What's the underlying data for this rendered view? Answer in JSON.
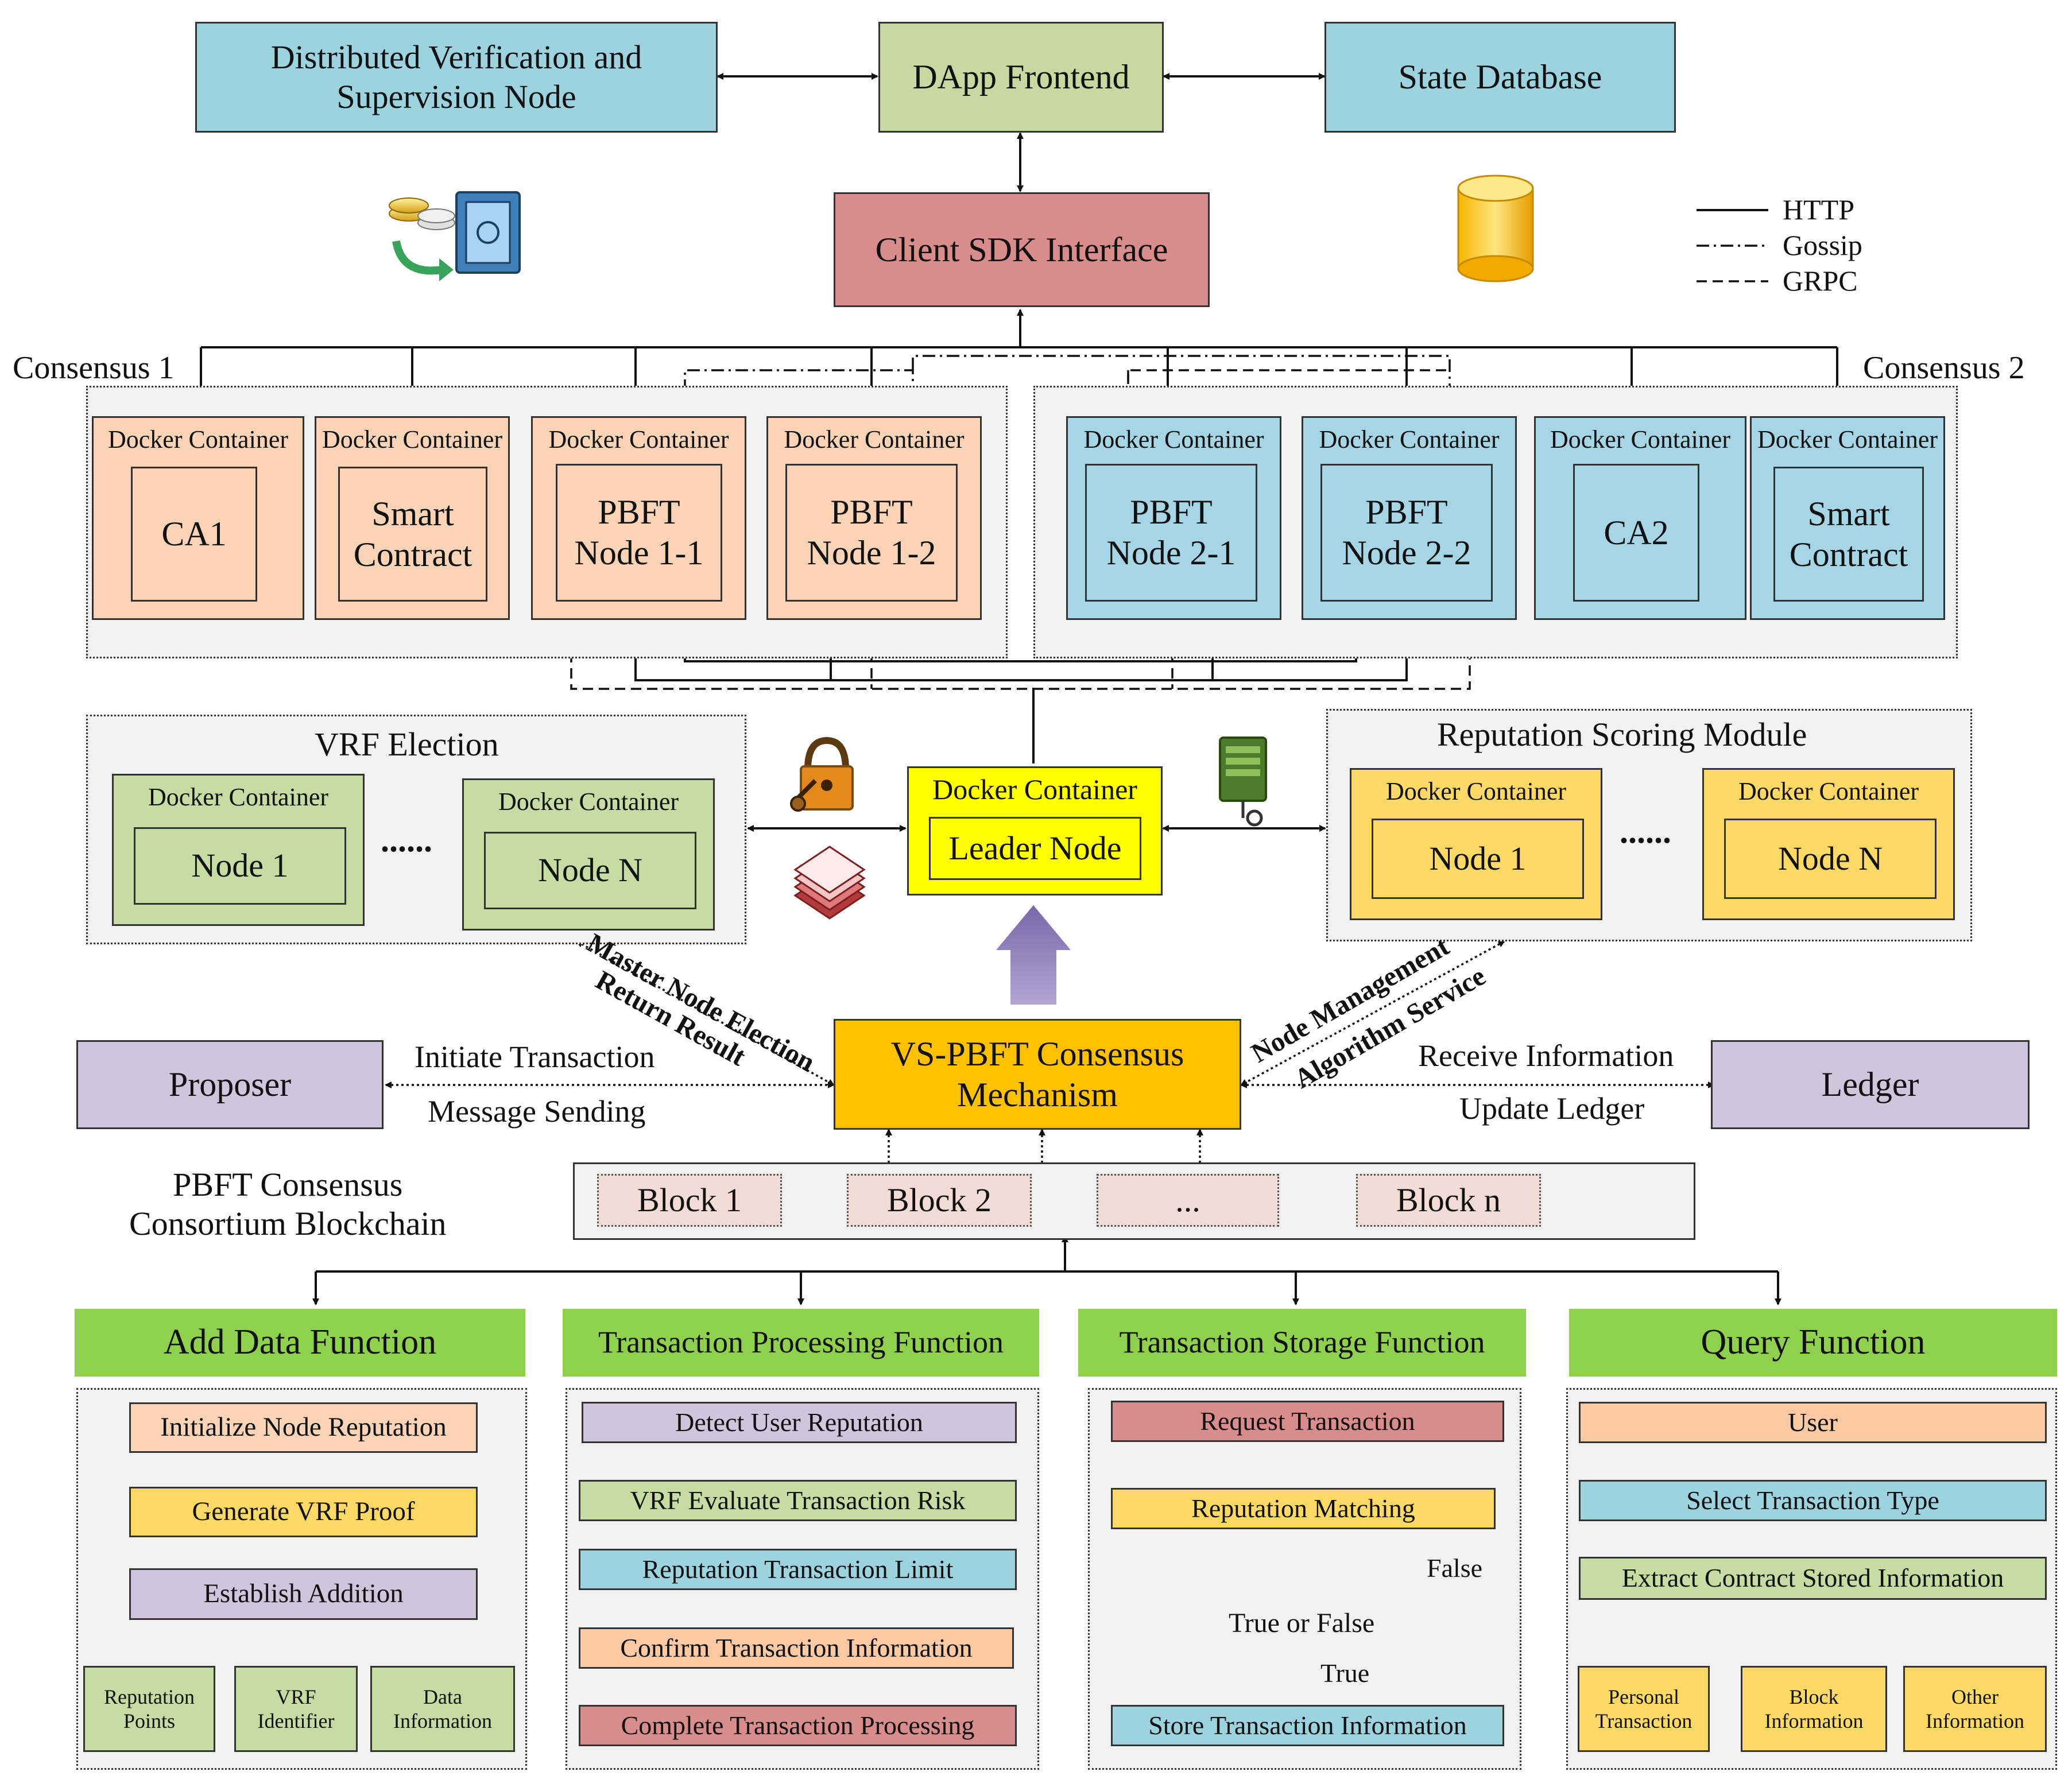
{
  "top": {
    "dvsn": "Distributed Verification and\nSupervision Node",
    "dapp": "DApp Frontend",
    "statedb": "State Database",
    "sdk": "Client SDK Interface"
  },
  "legend": {
    "http": "HTTP",
    "gossip": "Gossip",
    "grpc": "GRPC"
  },
  "consensus1": {
    "label": "Consensus 1",
    "containers": [
      {
        "label": "Docker Container",
        "inner": "CA1"
      },
      {
        "label": "Docker Container",
        "inner": "Smart\nContract"
      },
      {
        "label": "Docker Container",
        "inner": "PBFT\nNode 1-1"
      },
      {
        "label": "Docker Container",
        "inner": "PBFT\nNode 1-2"
      }
    ]
  },
  "consensus2": {
    "label": "Consensus 2",
    "containers": [
      {
        "label": "Docker Container",
        "inner": "PBFT\nNode 2-1"
      },
      {
        "label": "Docker Container",
        "inner": "PBFT\nNode 2-2"
      },
      {
        "label": "Docker Container",
        "inner": "CA2"
      },
      {
        "label": "Docker Container",
        "inner": "Smart\nContract"
      }
    ]
  },
  "vrf": {
    "title": "VRF Election",
    "ellipsis": "......",
    "nodes": [
      {
        "label": "Docker Container",
        "inner": "Node 1"
      },
      {
        "label": "Docker Container",
        "inner": "Node N"
      }
    ]
  },
  "leader": {
    "label": "Docker Container",
    "inner": "Leader Node"
  },
  "reputation": {
    "title": "Reputation Scoring Module",
    "ellipsis": "......",
    "nodes": [
      {
        "label": "Docker Container",
        "inner": "Node 1"
      },
      {
        "label": "Docker Container",
        "inner": "Node N"
      }
    ]
  },
  "middle": {
    "master_election": "Master Node Election",
    "return_result": "Return Result",
    "node_management": "Node Management",
    "algorithm_service": "Algorithm Service",
    "proposer": "Proposer",
    "initiate": "Initiate Transaction",
    "message_sending": "Message Sending",
    "vspbft": "VS-PBFT Consensus\nMechanism",
    "receive": "Receive Information",
    "update": "Update Ledger",
    "ledger": "Ledger"
  },
  "chain": {
    "label": "PBFT Consensus\nConsortium Blockchain",
    "blocks": [
      "Block 1",
      "Block 2",
      "...",
      "Block n"
    ]
  },
  "functions": {
    "add": {
      "title": "Add Data Function",
      "steps": [
        "Initialize Node Reputation",
        "Generate VRF Proof",
        "Establish Addition"
      ],
      "outputs": [
        "Reputation\nPoints",
        "VRF\nIdentifier",
        "Data\nInformation"
      ]
    },
    "processing": {
      "title": "Transaction Processing Function",
      "steps": [
        "Detect User Reputation",
        "VRF Evaluate Transaction Risk",
        "Reputation Transaction Limit",
        "Confirm Transaction Information",
        "Complete Transaction Processing"
      ]
    },
    "storage": {
      "title": "Transaction Storage Function",
      "request": "Request Transaction",
      "matching": "Reputation Matching",
      "decision": "True or False",
      "false_label": "False",
      "true_label": "True",
      "store": "Store Transaction Information"
    },
    "query": {
      "title": "Query Function",
      "steps": [
        "User",
        "Select Transaction Type",
        "Extract Contract Stored Information"
      ],
      "outputs": [
        "Personal\nTransaction",
        "Block\nInformation",
        "Other\nInformation"
      ]
    }
  },
  "colors": {
    "teal": "#9dd2df",
    "olive": "#c8d8a0",
    "salmon": "#d98c8c",
    "peach": "#fbd3b6",
    "lightblue": "#a6d6e6",
    "sage": "#c5dca3",
    "yellow": "#ffff00",
    "gold": "#ffd966",
    "orange": "#ffc000",
    "lavender": "#cfc6de",
    "pink": "#f4dcd6",
    "green": "#8fd14f",
    "purple_arrow": "#8e7cb5"
  },
  "icons": [
    "coins-safe-icon",
    "database-cylinder-icon",
    "padlock-key-icon",
    "server-key-icon",
    "document-stack-icon"
  ]
}
